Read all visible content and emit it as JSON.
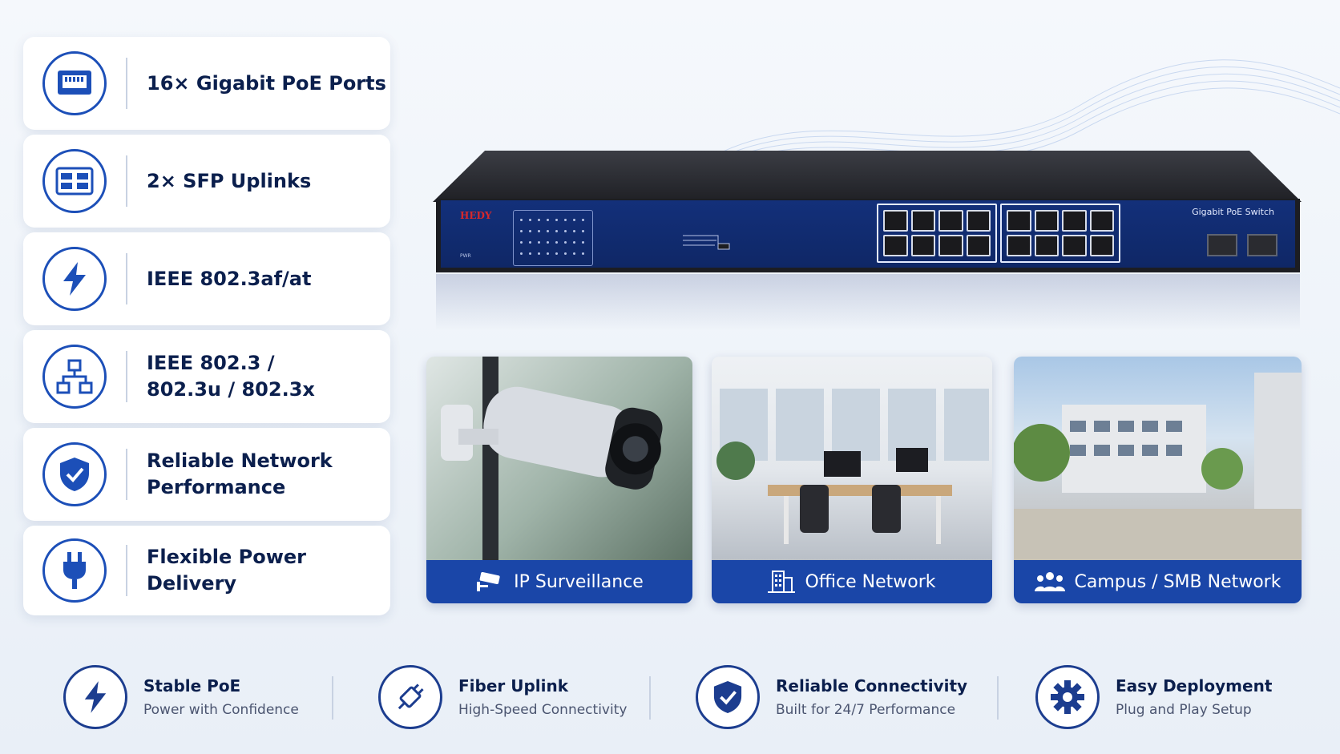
{
  "features": [
    {
      "icon": "ethernet-port-icon",
      "label": "16× Gigabit PoE Ports"
    },
    {
      "icon": "sfp-module-icon",
      "label": "2× SFP Uplinks"
    },
    {
      "icon": "lightning-bolt-icon",
      "label": "IEEE 802.3af/at"
    },
    {
      "icon": "network-topology-icon",
      "label": "IEEE 802.3 /\n802.3u / 802.3x"
    },
    {
      "icon": "shield-check-icon",
      "label": "Reliable Network\nPerformance"
    },
    {
      "icon": "power-plug-icon",
      "label": "Flexible Power\nDelivery"
    }
  ],
  "switch": {
    "brand": "HEDY",
    "title": "Gigabit PoE Switch",
    "pwr_label": "PWR"
  },
  "applications": [
    {
      "icon": "cctv-camera-icon",
      "label": "IP Surveillance"
    },
    {
      "icon": "office-building-icon",
      "label": "Office Network"
    },
    {
      "icon": "people-group-icon",
      "label": "Campus / SMB Network"
    }
  ],
  "benefits": [
    {
      "icon": "lightning-bolt-icon",
      "title": "Stable PoE",
      "subtitle": "Power with Confidence"
    },
    {
      "icon": "fiber-connector-icon",
      "title": "Fiber Uplink",
      "subtitle": "High-Speed Connectivity"
    },
    {
      "icon": "shield-check-icon",
      "title": "Reliable Connectivity",
      "subtitle": "Built for 24/7 Performance"
    },
    {
      "icon": "gear-icon",
      "title": "Easy Deployment",
      "subtitle": "Plug and Play Setup"
    }
  ],
  "colors": {
    "accent": "#1c4fb8",
    "navy_text": "#0b1f4d",
    "app_bar": "#1a46a8",
    "switch_front": "#13307a"
  }
}
